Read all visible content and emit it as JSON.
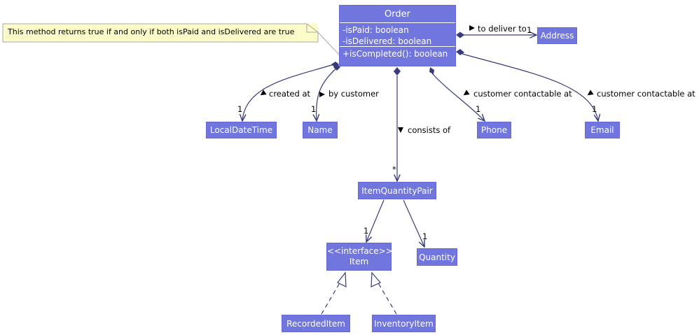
{
  "colors": {
    "class_fill": "#7176df",
    "line": "#383b7a",
    "note_fill": "#fbfbca",
    "text_on_class": "#ffffff"
  },
  "note": {
    "text": "This method returns true if and only if both isPaid and isDelivered are true"
  },
  "order": {
    "name": "Order",
    "attributes": [
      "-isPaid: boolean",
      "-isDelivered: boolean"
    ],
    "operations": [
      "+isCompleted(): boolean"
    ]
  },
  "classes": {
    "address": "Address",
    "localdatetime": "LocalDateTime",
    "name": "Name",
    "phone": "Phone",
    "email": "Email",
    "itemquantitypair": "ItemQuantityPair",
    "item_stereotype": "<<interface>>",
    "item": "Item",
    "quantity": "Quantity",
    "recordeditem": "RecordedItem",
    "inventoryitem": "InventoryItem"
  },
  "associations": {
    "address": {
      "label": "to deliver to",
      "multiplicity": "1"
    },
    "localdatetime": {
      "label": "created at",
      "multiplicity": "1"
    },
    "name": {
      "label": "by customer",
      "multiplicity": "1"
    },
    "itemquantitypair": {
      "label": "consists of",
      "multiplicity": "*"
    },
    "phone": {
      "label": "customer contactable at",
      "multiplicity": "1"
    },
    "email": {
      "label": "customer contactable at",
      "multiplicity": "1"
    },
    "item": {
      "multiplicity": "1"
    },
    "quantity": {
      "multiplicity": "1"
    }
  }
}
